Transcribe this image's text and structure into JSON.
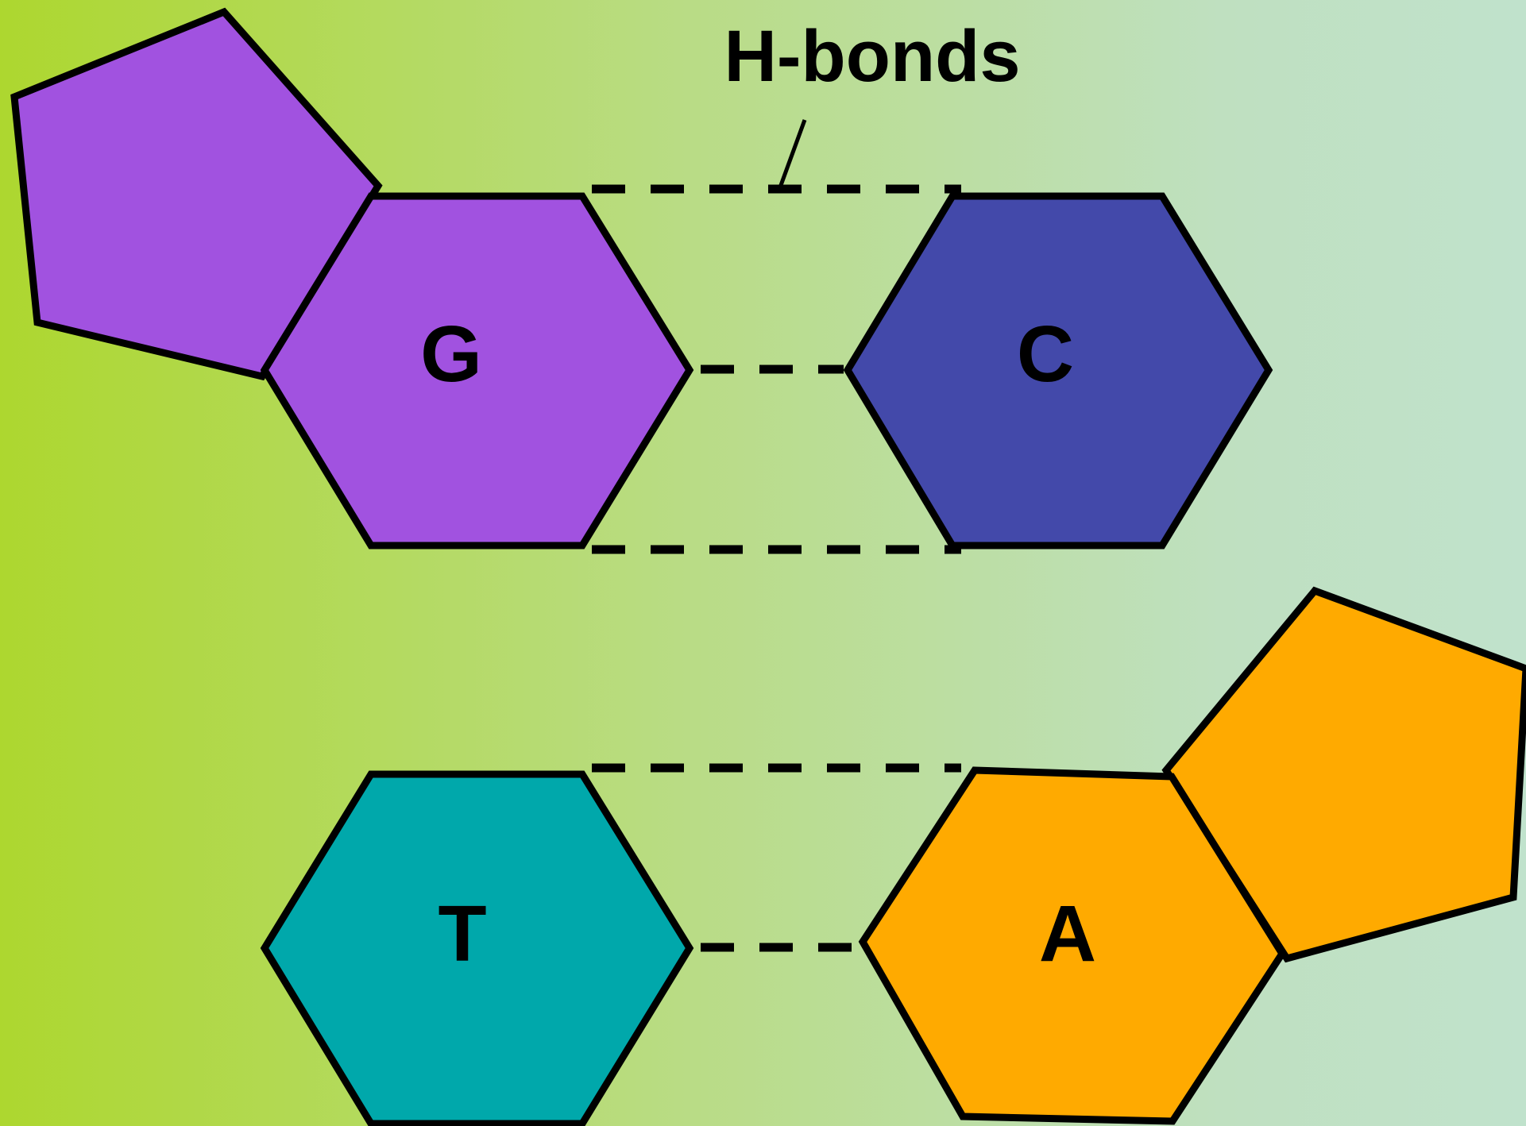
{
  "diagram": {
    "callout_label": "H-bonds",
    "bases": {
      "guanine": {
        "letter": "G",
        "color": "#a152e0"
      },
      "cytosine": {
        "letter": "C",
        "color": "#4349aa"
      },
      "thymine": {
        "letter": "T",
        "color": "#00a8ab"
      },
      "adenine": {
        "letter": "A",
        "color": "#ffaa00"
      }
    },
    "pairs": [
      {
        "bases": [
          "G",
          "C"
        ],
        "hydrogen_bond_count": 3
      },
      {
        "bases": [
          "T",
          "A"
        ],
        "hydrogen_bond_count": 2
      }
    ]
  }
}
